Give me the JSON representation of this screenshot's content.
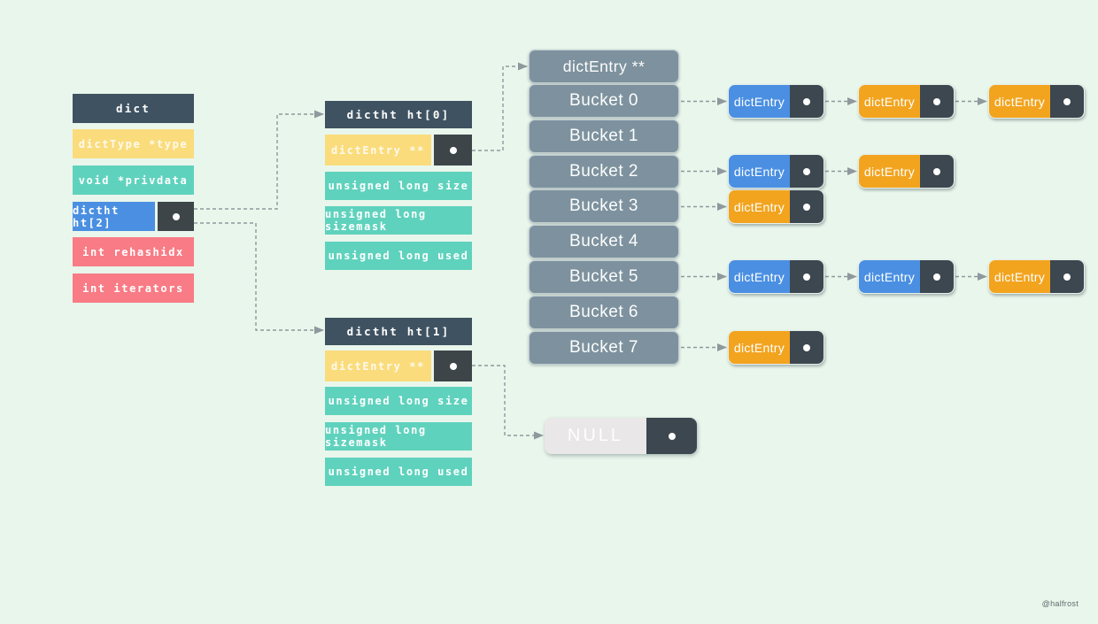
{
  "watermark": "@halfrost",
  "colors": {
    "background": "#e9f6ec",
    "slate": "#3f5261",
    "yellow": "#fadc7d",
    "teal": "#5fd2bd",
    "blue": "#4a8fe2",
    "pink": "#f87b85",
    "orange": "#f2a41f",
    "bucket_gray": "#7d929e",
    "pointer_dark": "#3e4549",
    "node_dark": "#3c474f",
    "null_bg": "#e9e7e7",
    "arrow": "#8f989c"
  },
  "dict_struct": {
    "title": "dict",
    "fields": [
      {
        "label": "dictType *type",
        "color": "yellow"
      },
      {
        "label": "void *privdata",
        "color": "teal"
      },
      {
        "label": "dictht ht[2]",
        "color": "blue",
        "pointer": true
      },
      {
        "label": "int rehashidx",
        "color": "pink"
      },
      {
        "label": "int iterators",
        "color": "pink"
      }
    ]
  },
  "ht0": {
    "title": "dictht ht[0]",
    "pointer_field": {
      "label": "dictEntry **"
    },
    "fields": [
      "unsigned long size",
      "unsigned long sizemask",
      "unsigned long used"
    ]
  },
  "ht1": {
    "title": "dictht ht[1]",
    "pointer_field": {
      "label": "dictEntry **"
    },
    "fields": [
      "unsigned long size",
      "unsigned long sizemask",
      "unsigned long used"
    ]
  },
  "bucket_table": {
    "header": "dictEntry **",
    "buckets": [
      "Bucket 0",
      "Bucket 1",
      "Bucket 2",
      "Bucket 3",
      "Bucket 4",
      "Bucket 5",
      "Bucket 6",
      "Bucket 7"
    ]
  },
  "chains": {
    "rows": [
      {
        "bucket": "Bucket 0",
        "nodes": [
          {
            "label": "dictEntry",
            "color": "blue"
          },
          {
            "label": "dictEntry",
            "color": "orange"
          },
          {
            "label": "dictEntry",
            "color": "orange"
          }
        ]
      },
      {
        "bucket": "Bucket 2",
        "nodes": [
          {
            "label": "dictEntry",
            "color": "blue"
          },
          {
            "label": "dictEntry",
            "color": "orange"
          }
        ]
      },
      {
        "bucket": "Bucket 3",
        "nodes": [
          {
            "label": "dictEntry",
            "color": "orange"
          }
        ]
      },
      {
        "bucket": "Bucket 5",
        "nodes": [
          {
            "label": "dictEntry",
            "color": "blue"
          },
          {
            "label": "dictEntry",
            "color": "blue"
          },
          {
            "label": "dictEntry",
            "color": "orange"
          }
        ]
      },
      {
        "bucket": "Bucket 7",
        "nodes": [
          {
            "label": "dictEntry",
            "color": "orange"
          }
        ]
      }
    ]
  },
  "null_node": {
    "label": "NULL"
  }
}
